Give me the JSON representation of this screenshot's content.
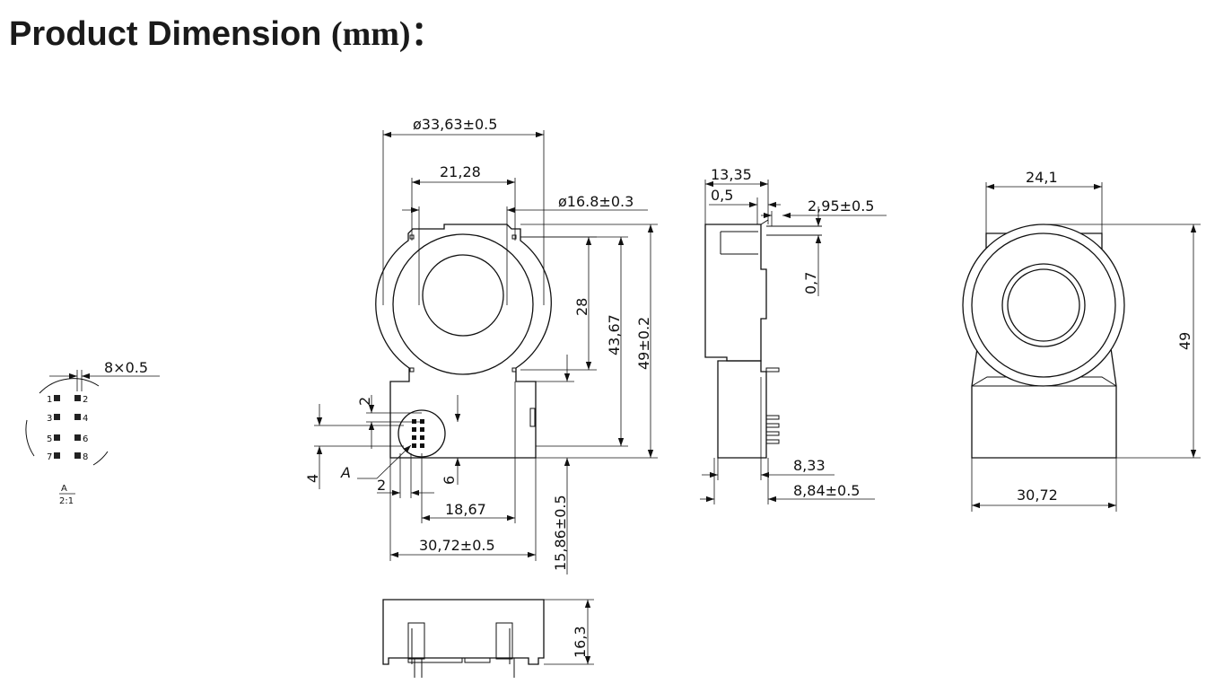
{
  "title": {
    "text": "Product Dimension",
    "unit": "(mm)",
    "suffix": "："
  },
  "pin_detail": {
    "pitch_label": "8×0.5",
    "pins": [
      "1",
      "2",
      "3",
      "4",
      "5",
      "6",
      "7",
      "8"
    ],
    "view_letter": "A",
    "scale": "2:1"
  },
  "front_view": {
    "outer_diameter": "ø33,63±0.5",
    "core_width": "21,28",
    "hole_diameter": "ø16.8±0.3",
    "core_height": "28",
    "height_to_base": "43,67",
    "total_height": "49±0.2",
    "pin_spacing": "2",
    "pin_offset_v": "4",
    "pin_offset_h": "2",
    "pin_depth": "6",
    "detail_marker": "A",
    "base_offset": "18,67",
    "base_width": "30,72±0.5",
    "base_height": "15,86±0.5"
  },
  "side_view": {
    "depth": "13,35",
    "flange": "0,5",
    "pin_length": "2,95±0.5",
    "pin_thickness": "0,7",
    "body_depth": "8,33",
    "overall_depth": "8,84±0.5"
  },
  "iso_view": {
    "top_width": "24,1",
    "height": "49",
    "base_width": "30,72"
  },
  "bottom_view": {
    "height": "16,3"
  }
}
